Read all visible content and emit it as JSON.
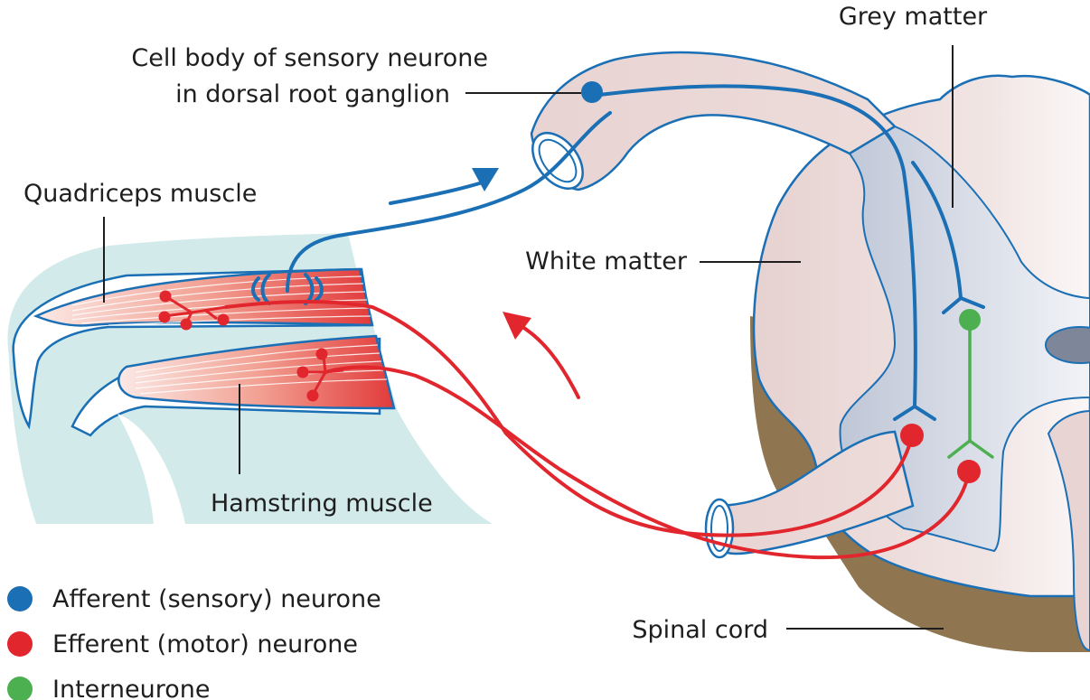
{
  "labels": {
    "cell_body_line1": "Cell body of sensory neurone",
    "cell_body_line2": "in dorsal root ganglion",
    "grey_matter": "Grey matter",
    "quadriceps": "Quadriceps muscle",
    "white_matter": "White matter",
    "hamstring": "Hamstring muscle",
    "spinal_cord": "Spinal cord"
  },
  "legend": [
    {
      "label": "Afferent (sensory) neurone",
      "color": "#1a6fb5"
    },
    {
      "label": "Efferent (motor) neurone",
      "color": "#e1262d"
    },
    {
      "label": "Interneurone",
      "color": "#4caf50"
    }
  ],
  "colors": {
    "afferent": "#1a6fb5",
    "efferent": "#e1262d",
    "interneurone": "#4caf50",
    "cord_outline": "#1a6fb5",
    "cord_fill": "#ead8d6",
    "grey_matter_fill": "#c9cfdc",
    "cord_side": "#8b7048",
    "leg_background": "#cfe8e8",
    "muscle": "#e24a4a"
  }
}
